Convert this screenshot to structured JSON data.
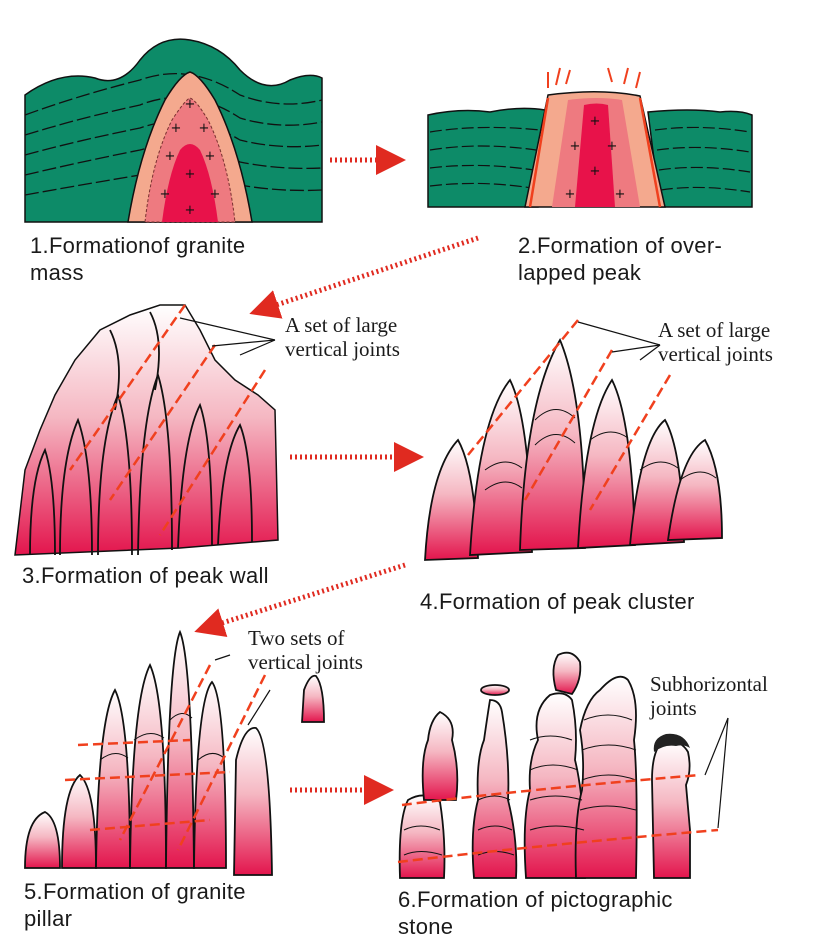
{
  "colors": {
    "country_rock": "#0d8b68",
    "granite_outer": "#f4a98e",
    "granite_mid": "#ee7a80",
    "granite_core": "#e8124a",
    "joint_line": "#f0401e",
    "arrow": "#e02a20"
  },
  "stages": [
    {
      "label": "1.Formationof granite\nmass"
    },
    {
      "label": "2.Formation of over-\nlapped peak"
    },
    {
      "label": "3.Formation of peak wall"
    },
    {
      "label": "4.Formation of peak cluster"
    },
    {
      "label": "5.Formation of granite\npillar"
    },
    {
      "label": "6.Formation of pictographic\nstone"
    }
  ],
  "annotations": {
    "joints_large_3": "A set of large\nvertical joints",
    "joints_large_4": "A set of large\nvertical joints",
    "joints_two_sets": "Two  sets of\nvertical joints",
    "joints_subhorizontal": "Subhorizontal\njoints"
  }
}
